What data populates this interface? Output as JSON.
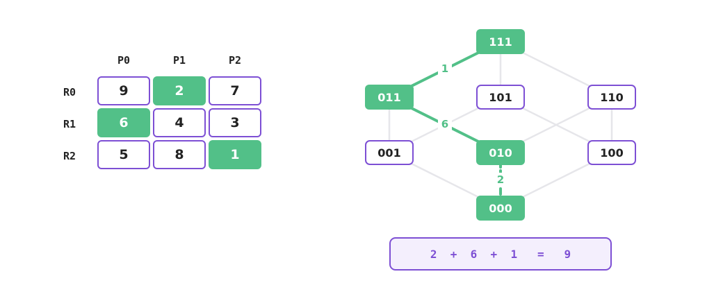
{
  "matrix": {
    "col_headers": [
      "P0",
      "P1",
      "P2"
    ],
    "row_headers": [
      "R0",
      "R1",
      "R2"
    ],
    "rows": [
      [
        "9",
        "2",
        "7"
      ],
      [
        "6",
        "4",
        "3"
      ],
      [
        "5",
        "8",
        "1"
      ]
    ],
    "selected": [
      [
        0,
        1
      ],
      [
        1,
        0
      ],
      [
        2,
        2
      ]
    ]
  },
  "graph": {
    "nodes": {
      "n111": {
        "label": "111",
        "highlighted": true
      },
      "n011": {
        "label": "011",
        "highlighted": true
      },
      "n101": {
        "label": "101",
        "highlighted": false
      },
      "n110": {
        "label": "110",
        "highlighted": false
      },
      "n001": {
        "label": "001",
        "highlighted": false
      },
      "n010": {
        "label": "010",
        "highlighted": true
      },
      "n100": {
        "label": "100",
        "highlighted": false
      },
      "n000": {
        "label": "000",
        "highlighted": true
      }
    },
    "path_edge_labels": {
      "e111_011": "1",
      "e011_010": "6",
      "e010_000": "2"
    }
  },
  "equation": "2  +  6  +  1   =   9",
  "colors": {
    "green": "#52c088",
    "purple": "#7d4fd4",
    "edge_gray": "#e6e6ea"
  }
}
